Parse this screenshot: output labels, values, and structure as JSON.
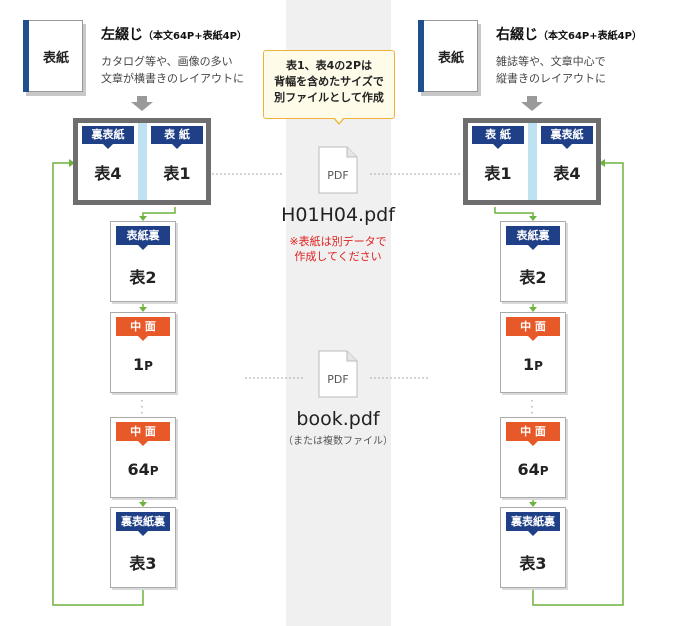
{
  "left": {
    "cover_label": "表紙",
    "title": "左綴じ",
    "title_sub": "（本文64P+表紙4P）",
    "desc": [
      "カタログ等や、画像の多い",
      "文章が横書きのレイアウトに"
    ],
    "spread": {
      "left_tag": "裏表紙",
      "left_text": "表4",
      "right_tag": "表 紙",
      "right_text": "表1"
    },
    "pages": [
      {
        "tag": "表紙裏",
        "text": "表2",
        "unit": "",
        "color": "blue"
      },
      {
        "tag": "中 面",
        "text": "1",
        "unit": "P",
        "color": "orange"
      },
      {
        "tag": "中 面",
        "text": "64",
        "unit": "P",
        "color": "orange"
      },
      {
        "tag": "裏表紙裏",
        "text": "表3",
        "unit": "",
        "color": "blue"
      }
    ]
  },
  "right": {
    "cover_label": "表紙",
    "title": "右綴じ",
    "title_sub": "（本文64P+表紙4P）",
    "desc": [
      "雑誌等や、文章中心で",
      "縦書きのレイアウトに"
    ],
    "spread": {
      "left_tag": "表 紙",
      "left_text": "表1",
      "right_tag": "裏表紙",
      "right_text": "表4"
    },
    "pages": [
      {
        "tag": "表紙裏",
        "text": "表2",
        "unit": "",
        "color": "blue"
      },
      {
        "tag": "中 面",
        "text": "1",
        "unit": "P",
        "color": "orange"
      },
      {
        "tag": "中 面",
        "text": "64",
        "unit": "P",
        "color": "orange"
      },
      {
        "tag": "裏表紙裏",
        "text": "表3",
        "unit": "",
        "color": "blue"
      }
    ]
  },
  "center": {
    "callout": [
      "表1、表4の2Pは",
      "背幅を含めたサイズで",
      "別ファイルとして作成"
    ],
    "pdf_icon_label": "PDF",
    "cover_file": "H01H04.pdf",
    "cover_note": [
      "※表紙は別データで",
      "作成してください"
    ],
    "body_file": "book.pdf",
    "body_note": "（または複数ファイル）"
  },
  "colors": {
    "navy": "#1f3f86",
    "orange": "#e8592a",
    "green": "#6db33f",
    "spine": "#bfe2f2",
    "red": "#e02020"
  }
}
